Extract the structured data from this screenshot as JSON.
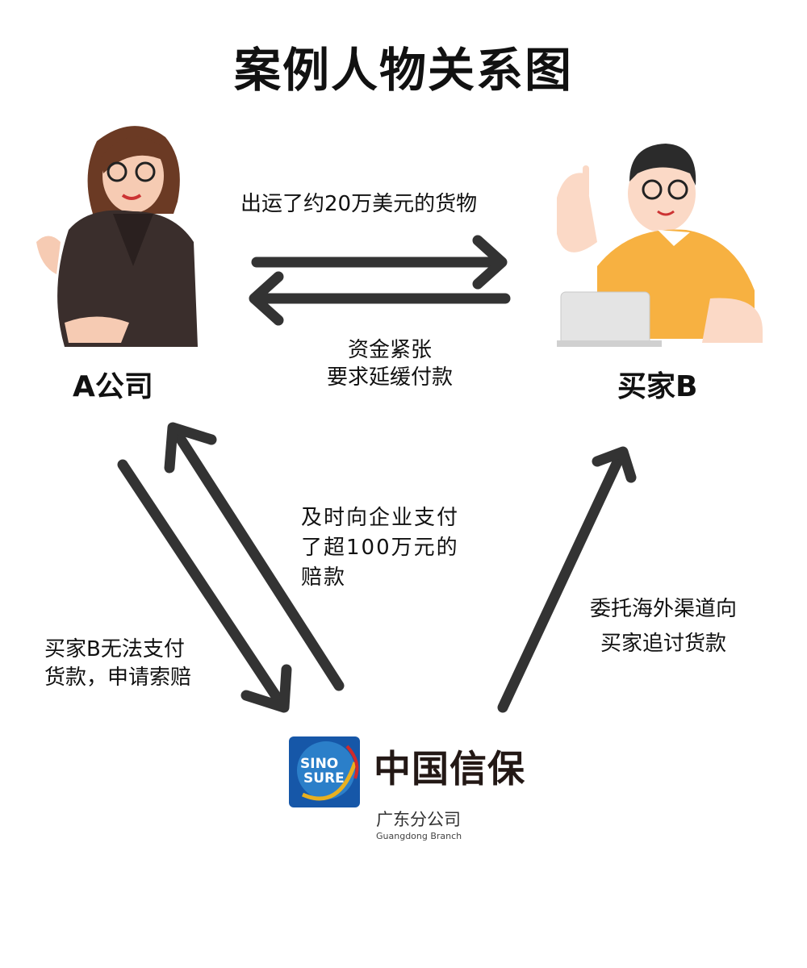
{
  "title": "案例人物关系图",
  "parties": {
    "a": "A公司",
    "b": "买家B"
  },
  "edges": {
    "a_to_b": "出运了约20万美元的货物",
    "b_to_a": [
      "资金紧张",
      "要求延缓付款"
    ],
    "a_to_sinosure": [
      "买家B无法支付",
      "货款，申请索赔"
    ],
    "sinosure_to_a": [
      "及时向企业支付",
      "了超100万元的",
      "赔款"
    ],
    "sinosure_to_b": [
      "委托海外渠道向",
      "买家追讨货款"
    ]
  },
  "logo": {
    "badge_line1": "SINO",
    "badge_line2": "SURE",
    "name": "中国信保",
    "branch": "广东分公司",
    "branch_en": "Guangdong Branch"
  },
  "colors": {
    "arrow": "#333333",
    "logo_blue": "#1657a8",
    "shirt": "#f7b141",
    "suit": "#3a2e2c"
  }
}
